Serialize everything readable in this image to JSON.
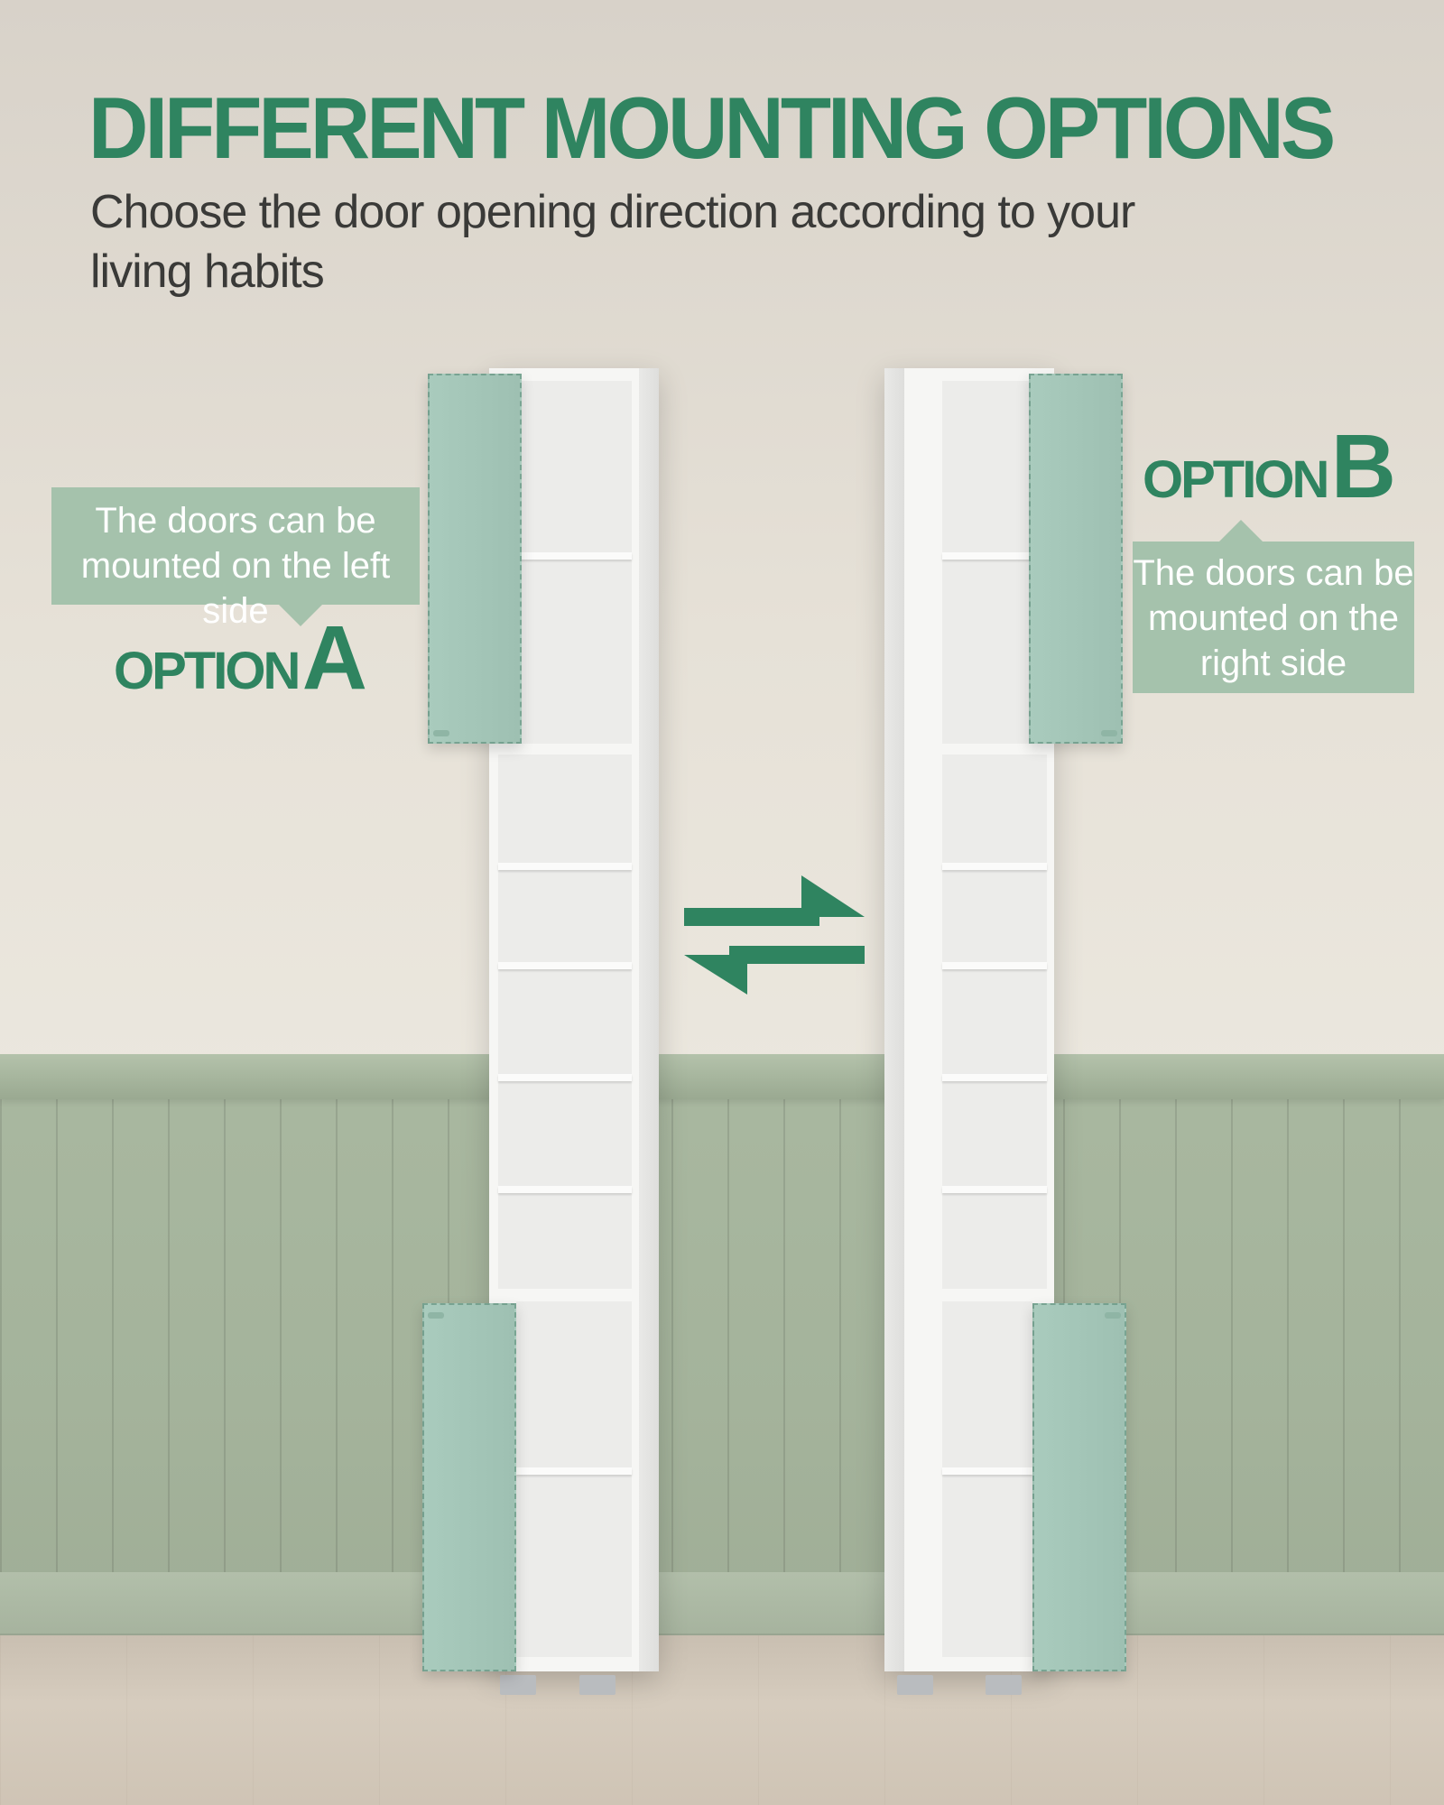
{
  "header": {
    "title": "DIFFERENT MOUNTING OPTIONS",
    "subtitle": "Choose the door opening direction according to your living habits"
  },
  "option_a": {
    "word": "OPTION",
    "letter": "A",
    "callout": "The doors can be mounted on the left side"
  },
  "option_b": {
    "word": "OPTION",
    "letter": "B",
    "callout": "The doors can be mounted on the right side"
  },
  "icons": {
    "swap": "swap-arrows-icon"
  },
  "colors": {
    "accent_green": "#2f8460",
    "callout_bg": "#a5c2ac",
    "door_green": "#a9cbbd",
    "wainscot_green": "#a4b39b",
    "subtitle_text": "#3a3a38"
  }
}
